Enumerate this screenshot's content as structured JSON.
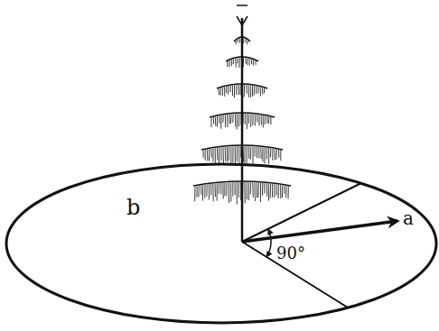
{
  "diagram": {
    "labels": [
      "b",
      "a",
      "90°"
    ]
  }
}
